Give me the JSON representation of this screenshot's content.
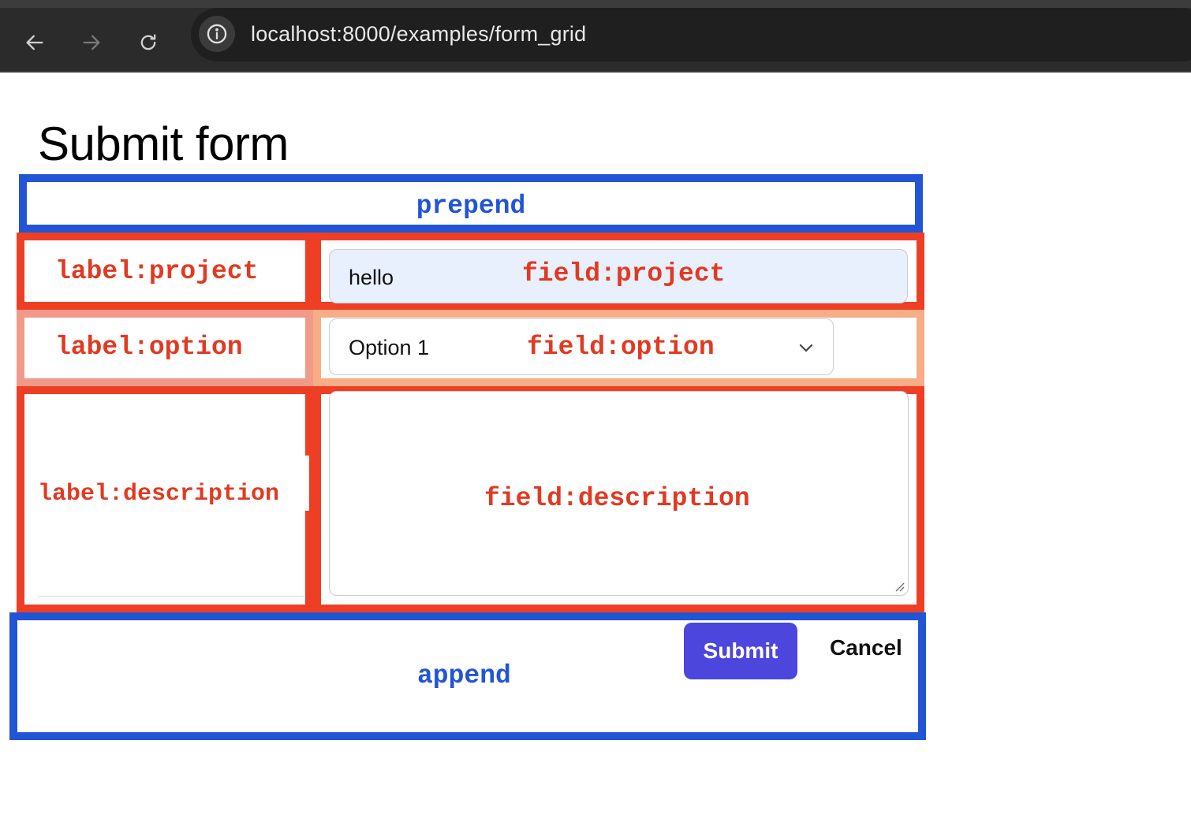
{
  "browser": {
    "url": "localhost:8000/examples/form_grid",
    "back_icon": "arrow-left-icon",
    "forward_icon": "arrow-right-icon",
    "reload_icon": "reload-icon",
    "info_icon": "info-icon"
  },
  "page": {
    "title": "Submit form"
  },
  "form": {
    "prepend_label": "prepend",
    "append_label": "append",
    "project": {
      "label_tag": "label:project",
      "field_tag": "field:project",
      "value": "hello"
    },
    "option": {
      "label_tag": "label:option",
      "field_tag": "field:option",
      "selected": "Option 1"
    },
    "description": {
      "label_tag": "label:description",
      "field_tag": "field:description",
      "value": ""
    },
    "submit_label": "Submit",
    "cancel_label": "Cancel"
  },
  "colors": {
    "blue_outline": "#2255d6",
    "red_outline": "#ee3f25",
    "pink_outline": "#f29a8a",
    "orange_outline": "#f7ad86",
    "submit_bg": "#4d46dc"
  }
}
